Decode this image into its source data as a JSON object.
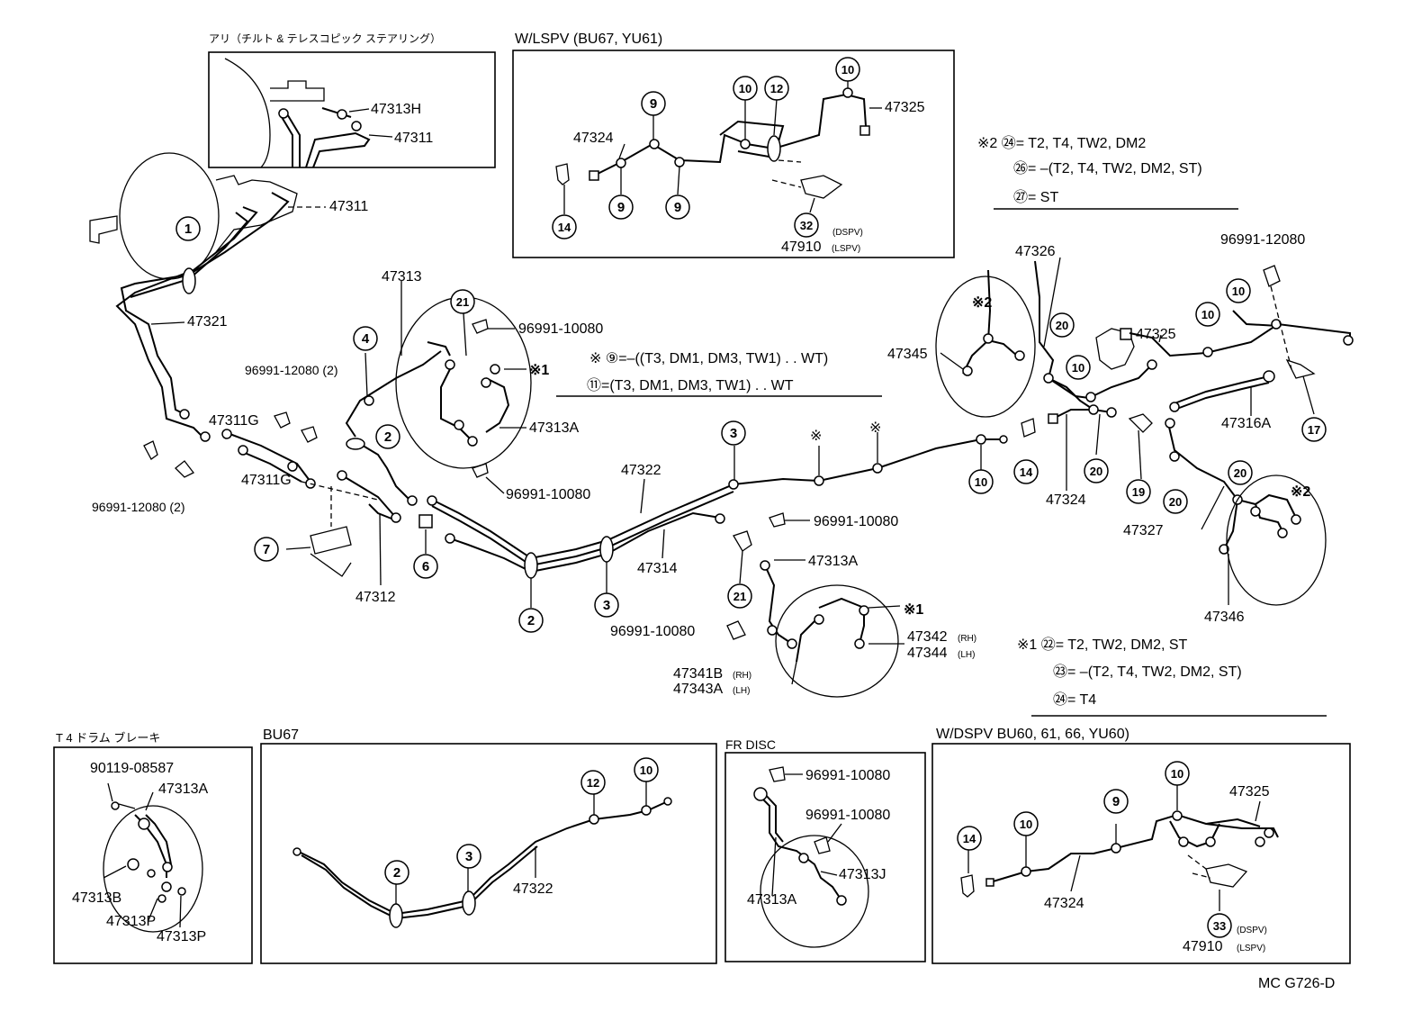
{
  "titles": {
    "tilt": "アリ（チルト & テレスコピック ステアリング）",
    "lspv": "W/LSPV (BU67, YU61)",
    "drum": "T 4 ドラム ブレーキ",
    "bu67": "BU67",
    "frdisc": "FR DISC",
    "dspv": "W/DSPV BU60, 61, 66, YU60)",
    "code": "MC G726-D"
  },
  "notes": {
    "n2_24": "※2 ㉔= T2, T4, TW2, DM2",
    "n2_26": "㉖= –(T2, T4, TW2, DM2, ST)",
    "n2_27": "㉗= ST",
    "n9": "※ ⑨=–((T3, DM1, DM3, TW1) . . WT)",
    "n11": "⑪=(T3, DM1, DM3, TW1) . . WT",
    "n1_22": "※1 ㉒= T2, TW2, DM2, ST",
    "n1_23": "㉓= –(T2, T4, TW2, DM2, ST)",
    "n1_24": "㉔= T4"
  },
  "parts": {
    "p47313H": "47313H",
    "p47311a": "47311",
    "p47311b": "47311",
    "p47321": "47321",
    "p47311G_a": "47311G",
    "p47311G_b": "47311G",
    "p96991_12080_2a": "96991-12080 (2)",
    "p96991_12080_2b": "96991-12080 (2)",
    "p47313": "47313",
    "p96991_10080_a": "96991-10080",
    "p47313A_a": "47313A",
    "p96991_10080_b": "96991-10080",
    "p47312": "47312",
    "p47322": "47322",
    "p47314": "47314",
    "p96991_10080_c": "96991-10080",
    "p47313A_b": "47313A",
    "p96991_10080_d": "96991-10080",
    "p47342": "47342",
    "p47344": "47344",
    "p47341B": "47341B",
    "p47343A": "47343A",
    "p47324_lspv": "47324",
    "p47325_lspv": "47325",
    "p47910_lspv": "47910",
    "p47326": "47326",
    "p47345": "47345",
    "p96991_12080": "96991-12080",
    "p47325": "47325",
    "p47316A": "47316A",
    "p47324": "47324",
    "p47327": "47327",
    "p47346": "47346",
    "p90119": "90119-08587",
    "p47313A_drum": "47313A",
    "p47313B": "47313B",
    "p47313P_a": "47313P",
    "p47313P_b": "47313P",
    "p47322_bu67": "47322",
    "p96991_10080_fr1": "96991-10080",
    "p96991_10080_fr2": "96991-10080",
    "p47313J": "47313J",
    "p47313A_fr": "47313A",
    "p47325_dspv": "47325",
    "p47324_dspv": "47324",
    "p47910_dspv": "47910"
  },
  "suffix": {
    "rh": "(RH)",
    "lh": "(LH)",
    "dspv": "(DSPV)",
    "lspv": "(LSPV)"
  },
  "callouts": {
    "c1": "1",
    "c2a": "2",
    "c2b": "2",
    "c3a": "3",
    "c3b": "3",
    "c4": "4",
    "c6": "6",
    "c7": "7",
    "c9a": "9",
    "c9b": "9",
    "c9c": "9",
    "c10a": "10",
    "c10b": "10",
    "c12": "12",
    "c14a": "14",
    "c32": "32",
    "c21a": "21",
    "c21b": "21",
    "c10c": "10",
    "c14b": "14",
    "c20a": "20",
    "c10d": "10",
    "c20b": "20",
    "c19": "19",
    "c10e": "10",
    "c10f": "10",
    "c17": "17",
    "c20c": "20",
    "c20d": "20",
    "c2c": "2",
    "c3c": "3",
    "c12b": "12",
    "c10g": "10",
    "c14c": "14",
    "c10h": "10",
    "c9d": "9",
    "c10i": "10",
    "c33": "33"
  },
  "marks": {
    "x1a": "※1",
    "x1b": "※1",
    "x2a": "※2",
    "x2b": "※2",
    "xa": "※",
    "xb": "※"
  }
}
